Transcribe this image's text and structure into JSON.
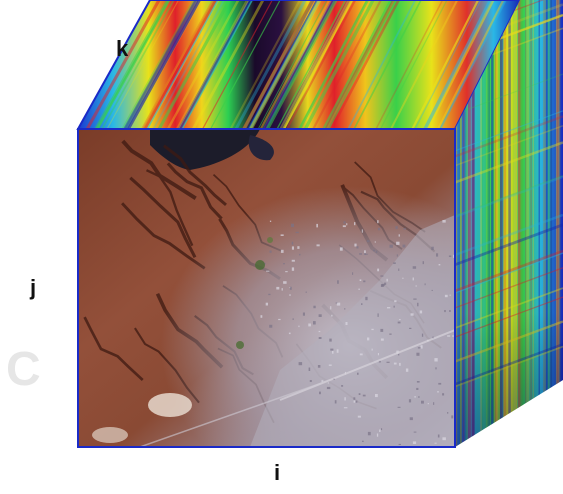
{
  "axes": {
    "k": "k",
    "j": "j",
    "i": "i"
  },
  "watermark": {
    "letter": "C",
    "top_partial": "~ ~ ~  ~~~~  ~~~~ ~"
  },
  "colors": {
    "background": "#ffffff",
    "cube_edge": "#1a1ac8",
    "hot": "#e0202a",
    "warm": "#f2e41e",
    "mid": "#38d04a",
    "cool": "#20b6e8",
    "cold": "#1226b4",
    "dark_band": "#1a0a2a",
    "terrain_dark": "#5a2a1c",
    "terrain_mid": "#8a4a32",
    "terrain_light": "#b06a4c",
    "urban": "#a8a4b4",
    "water": "#1c1c28"
  }
}
